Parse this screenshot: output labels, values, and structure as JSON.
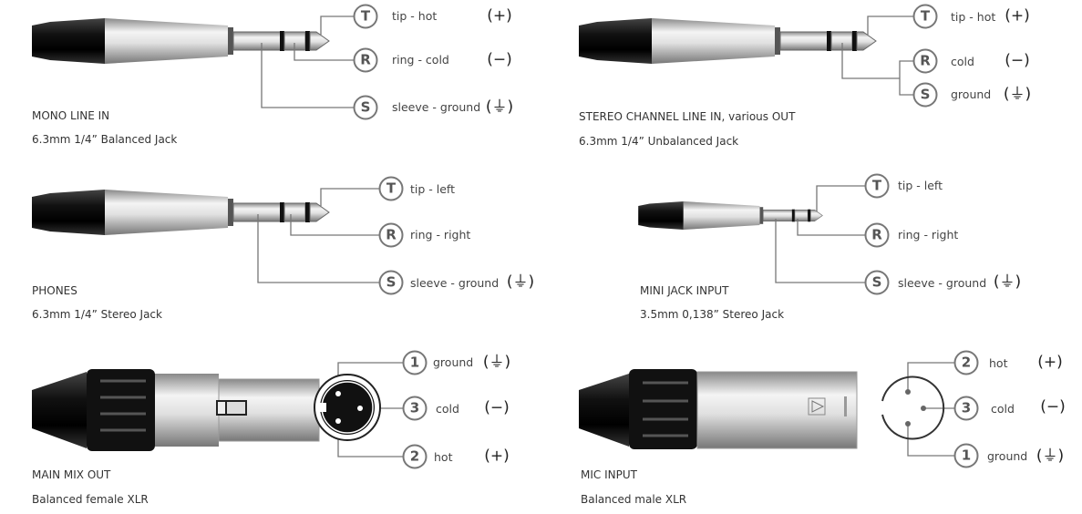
{
  "panels": [
    {
      "title": "MONO LINE IN",
      "subtitle": "6.3mm 1/4” Balanced Jack",
      "pins": [
        {
          "id": "T",
          "label": "tip - hot",
          "sign": "(+)"
        },
        {
          "id": "R",
          "label": "ring - cold",
          "sign": "(−)"
        },
        {
          "id": "S",
          "label": "sleeve - ground",
          "sign": "(⏚)"
        }
      ]
    },
    {
      "title": "STEREO CHANNEL LINE IN, various OUT",
      "subtitle": "6.3mm 1/4” Unbalanced Jack",
      "pins": [
        {
          "id": "T",
          "label": "tip - hot",
          "sign": "(+)"
        },
        {
          "id": "R",
          "label": "cold",
          "sign": "(−)"
        },
        {
          "id": "S",
          "label": "ground",
          "sign": "(⏚)"
        }
      ]
    },
    {
      "title": "PHONES",
      "subtitle": "6.3mm 1/4” Stereo Jack",
      "pins": [
        {
          "id": "T",
          "label": "tip - left"
        },
        {
          "id": "R",
          "label": "ring - right"
        },
        {
          "id": "S",
          "label": "sleeve - ground",
          "sign": "(⏚)"
        }
      ]
    },
    {
      "title": "MINI JACK INPUT",
      "subtitle": "3.5mm 0,138” Stereo Jack",
      "pins": [
        {
          "id": "T",
          "label": "tip - left"
        },
        {
          "id": "R",
          "label": "ring - right"
        },
        {
          "id": "S",
          "label": "sleeve - ground",
          "sign": "(⏚)"
        }
      ]
    },
    {
      "title": "MAIN MIX OUT",
      "subtitle": "Balanced female XLR",
      "pins": [
        {
          "id": "1",
          "label": "ground",
          "sign": "(⏚)"
        },
        {
          "id": "3",
          "label": "cold",
          "sign": "(−)"
        },
        {
          "id": "2",
          "label": "hot",
          "sign": "(+)"
        }
      ]
    },
    {
      "title": "MIC INPUT",
      "subtitle": "Balanced male XLR",
      "pins": [
        {
          "id": "2",
          "label": "hot",
          "sign": "(+)"
        },
        {
          "id": "3",
          "label": "cold",
          "sign": "(−)"
        },
        {
          "id": "1",
          "label": "ground",
          "sign": "(⏚)"
        }
      ]
    }
  ]
}
